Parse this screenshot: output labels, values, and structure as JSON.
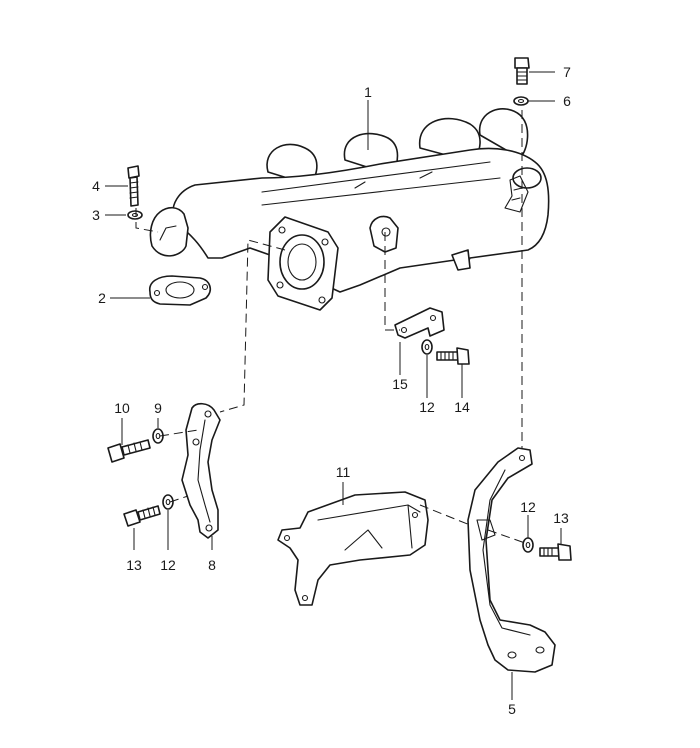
{
  "callouts": {
    "c1": "1",
    "c2": "2",
    "c3": "3",
    "c4": "4",
    "c5": "5",
    "c6": "6",
    "c7": "7",
    "c8": "8",
    "c9": "9",
    "c10": "10",
    "c11": "11",
    "c12a": "12",
    "c12b": "12",
    "c12c": "12",
    "c13a": "13",
    "c13b": "13",
    "c14": "14",
    "c15": "15"
  },
  "colors": {
    "line": "#1a1a1a",
    "background": "#ffffff"
  }
}
